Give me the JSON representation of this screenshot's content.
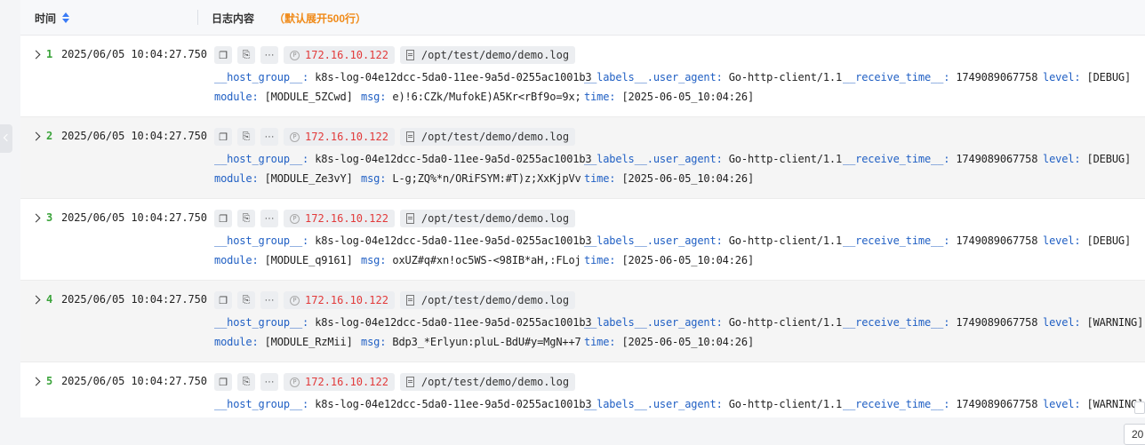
{
  "header": {
    "time_label": "时间",
    "content_label": "日志内容",
    "content_note": "（默认展开500行）"
  },
  "icons": {
    "copy": "copy-icon",
    "context": "context-icon",
    "more": "more-icon",
    "ip_tag": "ip-tag-icon",
    "file": "file-icon",
    "expand": "chevron-right-icon"
  },
  "colors": {
    "index": "#3aa33a",
    "ip": "#e23a3a",
    "key": "#2160c4",
    "note": "#f08a18",
    "sort": "#3a7bf6"
  },
  "pager": {
    "value": "20"
  },
  "rows": [
    {
      "index": "1",
      "time": "2025/06/05 10:04:27.750",
      "ip": "172.16.10.122",
      "path": "/opt/test/demo/demo.log",
      "host_group_key": "__host_group__:",
      "host_group": "k8s-log-04e12dcc-5da0-11ee-9a5d-0255ac1001b3",
      "user_agent_key": "__labels__.user_agent:",
      "user_agent": "Go-http-client/1.1",
      "receive_time_key": "__receive_time__:",
      "receive_time": "1749089067758",
      "level_key": "level:",
      "level": "[DEBUG]",
      "module_key": "module:",
      "module": "[MODULE_5ZCwd]",
      "msg_key": "msg:",
      "msg": "e)!6:CZk/MufokE)A5Kr<rBf9o=9x;",
      "time_key": "time:",
      "time_val": "[2025-06-05_10:04:26]"
    },
    {
      "index": "2",
      "time": "2025/06/05 10:04:27.750",
      "ip": "172.16.10.122",
      "path": "/opt/test/demo/demo.log",
      "host_group_key": "__host_group__:",
      "host_group": "k8s-log-04e12dcc-5da0-11ee-9a5d-0255ac1001b3",
      "user_agent_key": "__labels__.user_agent:",
      "user_agent": "Go-http-client/1.1",
      "receive_time_key": "__receive_time__:",
      "receive_time": "1749089067758",
      "level_key": "level:",
      "level": "[DEBUG]",
      "module_key": "module:",
      "module": "[MODULE_Ze3vY]",
      "msg_key": "msg:",
      "msg": "L-g;ZQ%*n/ORiFSYM:#T)z;XxKjpVv",
      "time_key": "time:",
      "time_val": "[2025-06-05_10:04:26]"
    },
    {
      "index": "3",
      "time": "2025/06/05 10:04:27.750",
      "ip": "172.16.10.122",
      "path": "/opt/test/demo/demo.log",
      "host_group_key": "__host_group__:",
      "host_group": "k8s-log-04e12dcc-5da0-11ee-9a5d-0255ac1001b3",
      "user_agent_key": "__labels__.user_agent:",
      "user_agent": "Go-http-client/1.1",
      "receive_time_key": "__receive_time__:",
      "receive_time": "1749089067758",
      "level_key": "level:",
      "level": "[DEBUG]",
      "module_key": "module:",
      "module": "[MODULE_q9161]",
      "msg_key": "msg:",
      "msg": "oxUZ#q#xn!oc5WS-<98IB*aH,:FLoj",
      "time_key": "time:",
      "time_val": "[2025-06-05_10:04:26]"
    },
    {
      "index": "4",
      "time": "2025/06/05 10:04:27.750",
      "ip": "172.16.10.122",
      "path": "/opt/test/demo/demo.log",
      "host_group_key": "__host_group__:",
      "host_group": "k8s-log-04e12dcc-5da0-11ee-9a5d-0255ac1001b3",
      "user_agent_key": "__labels__.user_agent:",
      "user_agent": "Go-http-client/1.1",
      "receive_time_key": "__receive_time__:",
      "receive_time": "1749089067758",
      "level_key": "level:",
      "level": "[WARNING]",
      "module_key": "module:",
      "module": "[MODULE_RzMii]",
      "msg_key": "msg:",
      "msg": "Bdp3_*Erlyun:pluL-BdU#y=MgN++7",
      "time_key": "time:",
      "time_val": "[2025-06-05_10:04:26]"
    },
    {
      "index": "5",
      "time": "2025/06/05 10:04:27.750",
      "ip": "172.16.10.122",
      "path": "/opt/test/demo/demo.log",
      "host_group_key": "__host_group__:",
      "host_group": "k8s-log-04e12dcc-5da0-11ee-9a5d-0255ac1001b3",
      "user_agent_key": "__labels__.user_agent:",
      "user_agent": "Go-http-client/1.1",
      "receive_time_key": "__receive_time__:",
      "receive_time": "1749089067758",
      "level_key": "level:",
      "level": "[WARNING]"
    }
  ]
}
